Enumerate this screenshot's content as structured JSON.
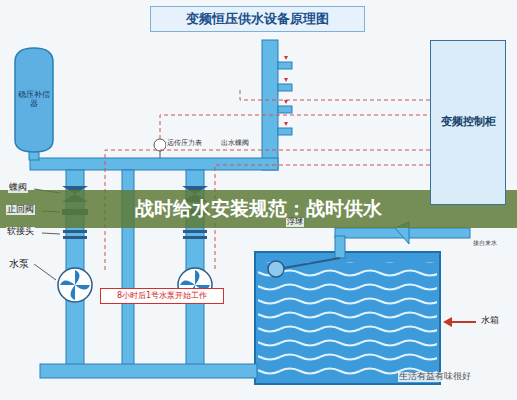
{
  "diagram": {
    "title": "变频恒压供水设备原理图",
    "nodes": [
      {
        "text": [
          "变频恒压供水设备原理图"
        ]
      },
      {
        "text": [
          "稳压补偿器"
        ]
      },
      {
        "text": [
          "变频控制柜"
        ]
      },
      {
        "text": [
          "8小时后1号水泵开始工作"
        ]
      },
      {
        "text": [
          "战时给水安装规范：战时供水"
        ]
      }
    ],
    "labels": [
      "蝶阀",
      "止回阀",
      "软接头",
      "水泵",
      "远传压力表",
      "出水蝶阀",
      "浮球",
      "水箱",
      "接自来水",
      "生活有益有味很好"
    ]
  }
}
